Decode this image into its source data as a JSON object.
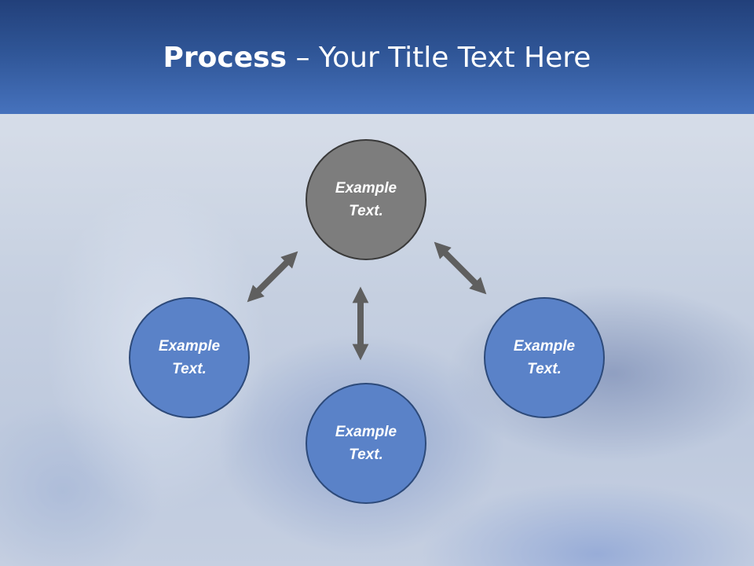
{
  "slide": {
    "title_bold": "Process",
    "title_rest": " – Your Title Text Here"
  },
  "diagram": {
    "nodes": {
      "center": "Example\nText.",
      "left": "Example\nText.",
      "right": "Example\nText.",
      "bottom": "Example\nText."
    },
    "colors": {
      "center_fill": "#7d7d7d",
      "node_fill": "#5a82c8",
      "arrow": "#5f5f5f",
      "header_top": "#22407a",
      "header_bottom": "#4672bd"
    }
  }
}
